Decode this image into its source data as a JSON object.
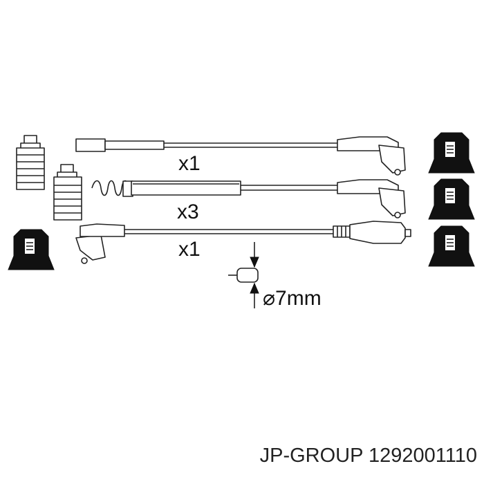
{
  "labels": {
    "cable_1_qty": "x1",
    "cable_2_qty": "x3",
    "cable_3_qty": "x1",
    "diameter": "⌀7mm"
  },
  "footer": {
    "brand": "JP-GROUP",
    "part_number": "1292001110"
  },
  "icons": [
    "spark-plug-boot-icon",
    "coil-terminal-cap-icon",
    "distributor-cap-connector-icon",
    "wire-cross-section-icon"
  ],
  "colors": {
    "ink": "#111111",
    "background": "#ffffff"
  }
}
